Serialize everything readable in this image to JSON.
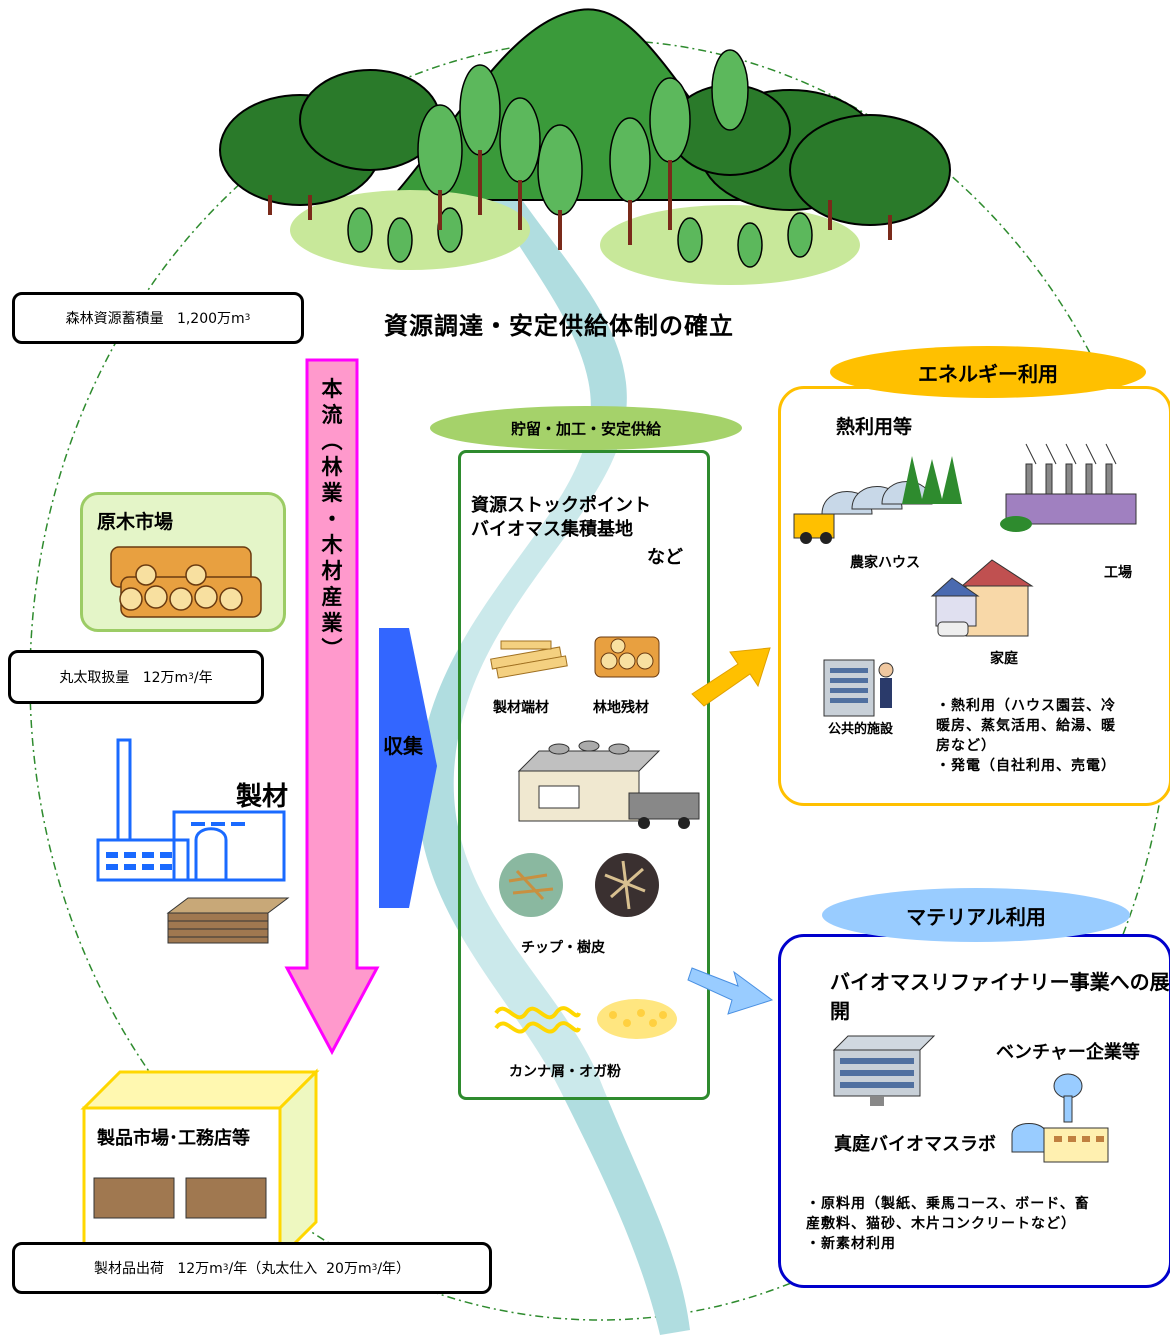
{
  "main_title": "資源調達・安定供給体制の確立",
  "forest_stock": {
    "label": "森林資源蓄積量",
    "value": "1,200万m",
    "sup": "3"
  },
  "mainstream": {
    "chars": [
      "本",
      "流",
      "︵",
      "林",
      "業",
      "・",
      "木",
      "材",
      "産",
      "業",
      "︶"
    ]
  },
  "log_market": {
    "title": "原木市場"
  },
  "log_volume": {
    "label": "丸太取扱量",
    "value": "12万m",
    "sup": "3",
    "unit": "/年"
  },
  "sawmill": {
    "title": "製材"
  },
  "product_market": {
    "title": "製品市場･工務店等"
  },
  "product_shipment": {
    "label": "製材品出荷",
    "value": "12万m",
    "sup": "3",
    "unit": "/年（丸太仕入",
    "value2": "20万m",
    "sup2": "3",
    "unit2": "/年）"
  },
  "collection": {
    "label": "収集"
  },
  "storage": {
    "header": "貯留・加工・安定供給",
    "line1": "資源ストックポイント",
    "line2": "バイオマス集積基地",
    "line3": "など",
    "item_offcuts": "製材端材",
    "item_forest_residue": "林地残材",
    "item_chips": "チップ・樹皮",
    "item_shavings": "カンナ屑・オガ粉"
  },
  "energy": {
    "header": "エネルギー利用",
    "subtitle": "熱利用等",
    "farm_house": "農家ハウス",
    "factory": "工場",
    "home": "家庭",
    "public_facility": "公共的施設",
    "note1": "・熱利用（ハウス園芸、冷",
    "note2": "暖房、蒸気活用、給湯、暖",
    "note3": "房など）",
    "note4": "・発電（自社利用、売電）"
  },
  "material": {
    "header": "マテリアル利用",
    "subtitle": "バイオマスリファイナリー事業への展開",
    "venture": "ベンチャー企業等",
    "lab": "真庭バイオマスラボ",
    "note1": "・原料用（製紙、乗馬コース、ボード、畜",
    "note2": "産敷料、猫砂、木片コンクリートなど）",
    "note3": "・新素材利用"
  },
  "colors": {
    "pink_arrow": "#ff99cc",
    "pink_border": "#ff00ff",
    "blue_arrow": "#3366ff",
    "green_border": "#2e8b2e",
    "orange": "#ffc000",
    "navy": "#0000cc",
    "light_blue": "#99ccff",
    "river": "#b0dde0",
    "forest": "#2f7f2f"
  }
}
